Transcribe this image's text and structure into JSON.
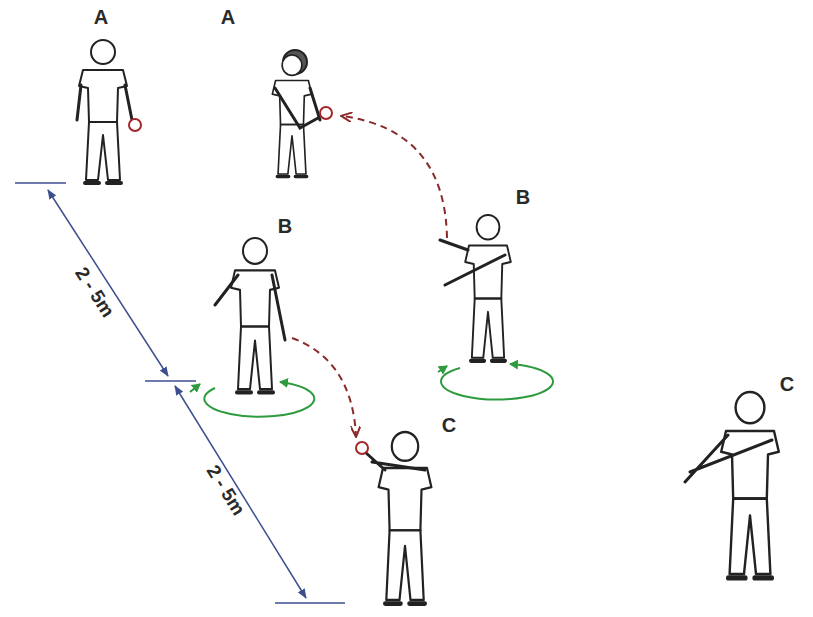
{
  "diagram": {
    "labels": [
      "A",
      "A",
      "B",
      "B",
      "C",
      "C",
      "2 - 5m",
      "2 - 5m"
    ]
  }
}
